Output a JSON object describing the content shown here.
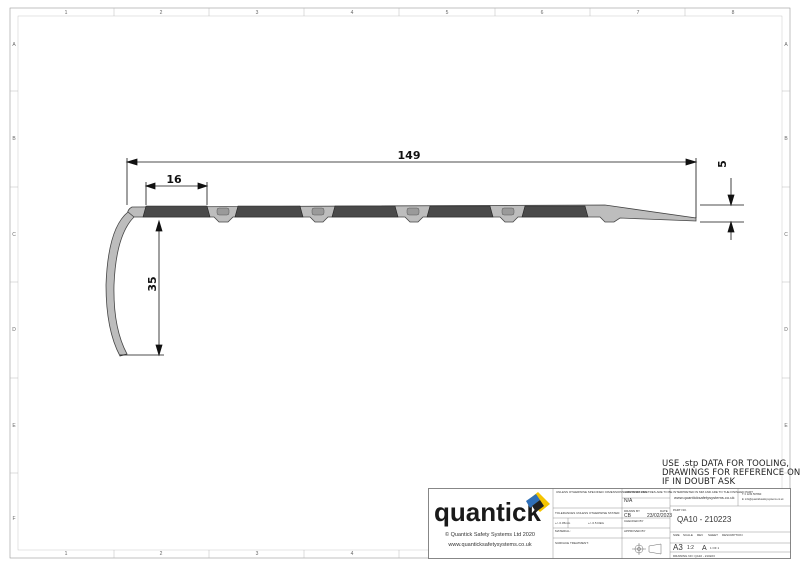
{
  "sheet": {
    "columns": [
      "1",
      "2",
      "3",
      "4",
      "5",
      "6",
      "7",
      "8"
    ],
    "rows": [
      "A",
      "B",
      "C",
      "D",
      "E",
      "F"
    ]
  },
  "dimensions": {
    "overall_width": "149",
    "insert_width": "16",
    "nose_depth": "35",
    "thickness": "5"
  },
  "note": {
    "lines": [
      "USE .stp DATA FOR TOOLING,",
      "DRAWINGS FOR REFERENCE ONLY",
      "IF IN DOUBT ASK"
    ]
  },
  "title_block": {
    "brand": "quantick",
    "copyright": "© Quantick Safety Systems Ltd 2020",
    "website": "www.quanticksafetysystems.co.uk",
    "tolerance_note": "UNLESS OTHERWISE SPECIFIED: DIMENSIONS ARE IN MILLIMETRES ARE TO BE INTERPRETED IN MM AND ARE TO THE FINISHED PART",
    "tolerances_label": "TOLERANCES UNLESS OTHERWISE STATED:",
    "tol_linear": "+/- 0.05mm",
    "tol_angular": "+/- 0.5 DEG",
    "material_label": "MATERIAL:",
    "surface_label": "SURFACE TREATMENT:",
    "contract_label": "CONTRACT NO.",
    "contract_value": "N/A",
    "drawn_label": "DRAWN BY",
    "date_label": "DATE",
    "drawn_value": "CB",
    "drawn_date": "23/02/2023",
    "checked_label": "CHECKED BY",
    "approved_label": "APPROVED BY",
    "company_site": "www.quanticksafetysystems.co.uk",
    "company_tel": "T: 0 1234 567890",
    "company_email": "E: info@quanticksafetysystems.co.uk",
    "part_label": "PART NO.",
    "part_no": "QA10 - 210223",
    "size_label": "SIZE",
    "scale_label": "SCALE",
    "rev_label": "REV",
    "sheet_label": "SHEET",
    "description_label": "DESCRIPTION",
    "size": "A3",
    "scale": "1:2",
    "rev": "A",
    "sheet_no": "1 OF 1",
    "drawing_no": "DRAWING NO: QA10 - 210223"
  }
}
